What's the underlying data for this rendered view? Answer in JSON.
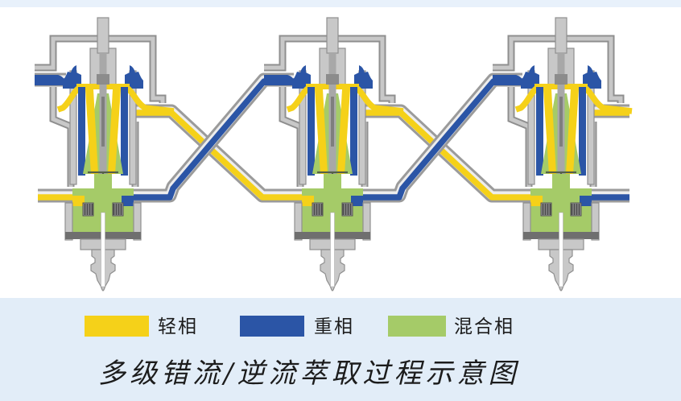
{
  "title": "多级错流/逆流萃取过程示意图",
  "legend": [
    {
      "label": "轻相",
      "color_key": "yellow"
    },
    {
      "label": "重相",
      "color_key": "blue"
    },
    {
      "label": "混合相",
      "color_key": "green"
    }
  ],
  "diagram": {
    "stages": 3,
    "flows": {
      "light_phase_color": "#F5D119",
      "heavy_phase_color": "#2B55A6",
      "mixed_phase_color": "#A5CB68"
    }
  },
  "colors": {
    "yellow": "#F5D119",
    "blue": "#2B55A6",
    "green": "#A5CB68",
    "wall": "#8F8F8F",
    "wallLight": "#C8C8C8",
    "pipeWall": "#9B9B9B",
    "pipeInner": "#EDEDED",
    "stripTop": "#E8F1FB",
    "stripBottom": "#E2EDF8",
    "text": "#1C1C1C"
  }
}
